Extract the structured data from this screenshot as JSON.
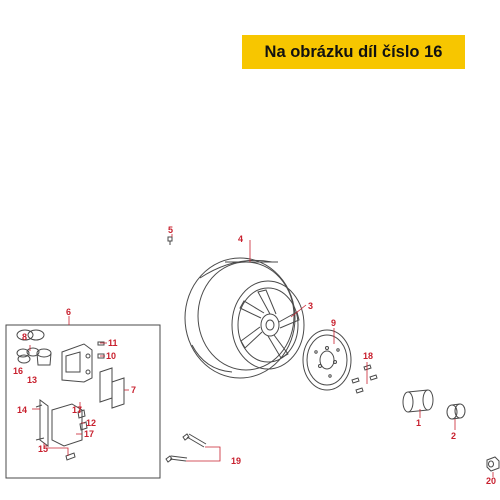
{
  "banner": {
    "text": "Na obrázku díl číslo 16",
    "background": "#f7c600"
  },
  "callout_color": "#c8202e",
  "line_color": "#c8202e",
  "drawing_color": "#4a4a4a",
  "callouts": {
    "c1": "1",
    "c2": "2",
    "c3": "3",
    "c4": "4",
    "c5": "5",
    "c6": "6",
    "c7": "7",
    "c8": "8",
    "c9": "9",
    "c10": "10",
    "c11": "11",
    "c12": "12",
    "c13": "13",
    "c14": "14",
    "c15": "15",
    "c16": "16",
    "c17a": "17",
    "c17b": "17",
    "c18": "18",
    "c19": "19",
    "c20": "20"
  }
}
